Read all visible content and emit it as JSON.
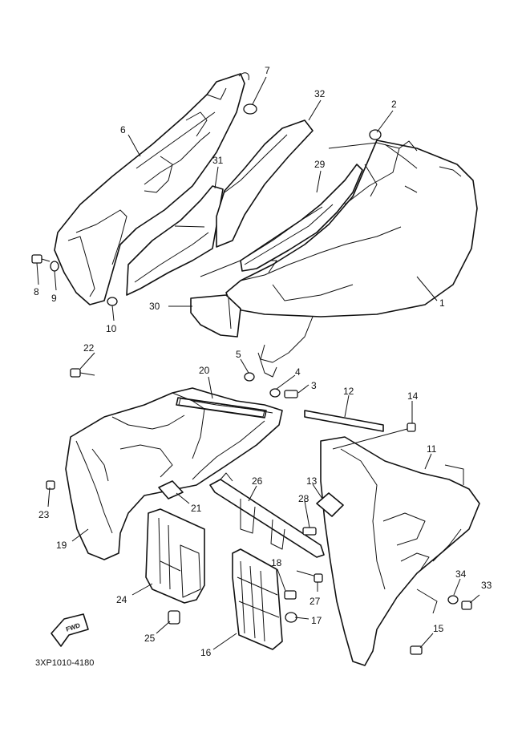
{
  "callouts": [
    {
      "label": "1"
    },
    {
      "label": "2"
    },
    {
      "label": "3"
    },
    {
      "label": "4"
    },
    {
      "label": "5"
    },
    {
      "label": "6"
    },
    {
      "label": "7"
    },
    {
      "label": "8"
    },
    {
      "label": "9"
    },
    {
      "label": "10"
    },
    {
      "label": "11"
    },
    {
      "label": "12"
    },
    {
      "label": "13"
    },
    {
      "label": "14"
    },
    {
      "label": "15"
    },
    {
      "label": "16"
    },
    {
      "label": "17"
    },
    {
      "label": "18"
    },
    {
      "label": "19"
    },
    {
      "label": "20"
    },
    {
      "label": "21"
    },
    {
      "label": "22"
    },
    {
      "label": "23"
    },
    {
      "label": "24"
    },
    {
      "label": "25"
    },
    {
      "label": "26"
    },
    {
      "label": "27"
    },
    {
      "label": "28"
    },
    {
      "label": "29"
    },
    {
      "label": "30"
    },
    {
      "label": "31"
    },
    {
      "label": "32"
    },
    {
      "label": "33"
    },
    {
      "label": "34"
    }
  ],
  "drawing_code": "3XP1010-4180",
  "fwd_badge": "FWD",
  "colors": {
    "line": "#111111",
    "background": "#ffffff"
  }
}
